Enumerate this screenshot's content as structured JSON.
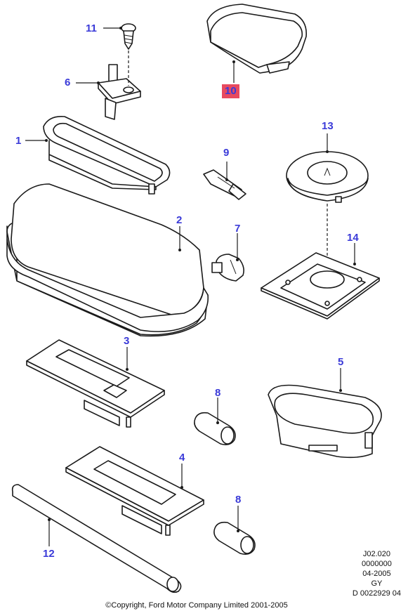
{
  "callouts": {
    "c1": "1",
    "c2": "2",
    "c3": "3",
    "c4": "4",
    "c5": "5",
    "c6": "6",
    "c7": "7",
    "c8a": "8",
    "c8b": "8",
    "c9": "9",
    "c10": "10",
    "c11": "11",
    "c12": "12",
    "c13": "13",
    "c14": "14"
  },
  "highlight_color": "#e84a5f",
  "callout_color": "#3a3ad8",
  "drawing_code": {
    "line1": "J02.020",
    "line2": "0000000",
    "line3": "04-2005",
    "line4": "GY",
    "line5": "D 0022929 04"
  },
  "copyright": "©Copyright, Ford Motor Company Limited 2001-2005"
}
